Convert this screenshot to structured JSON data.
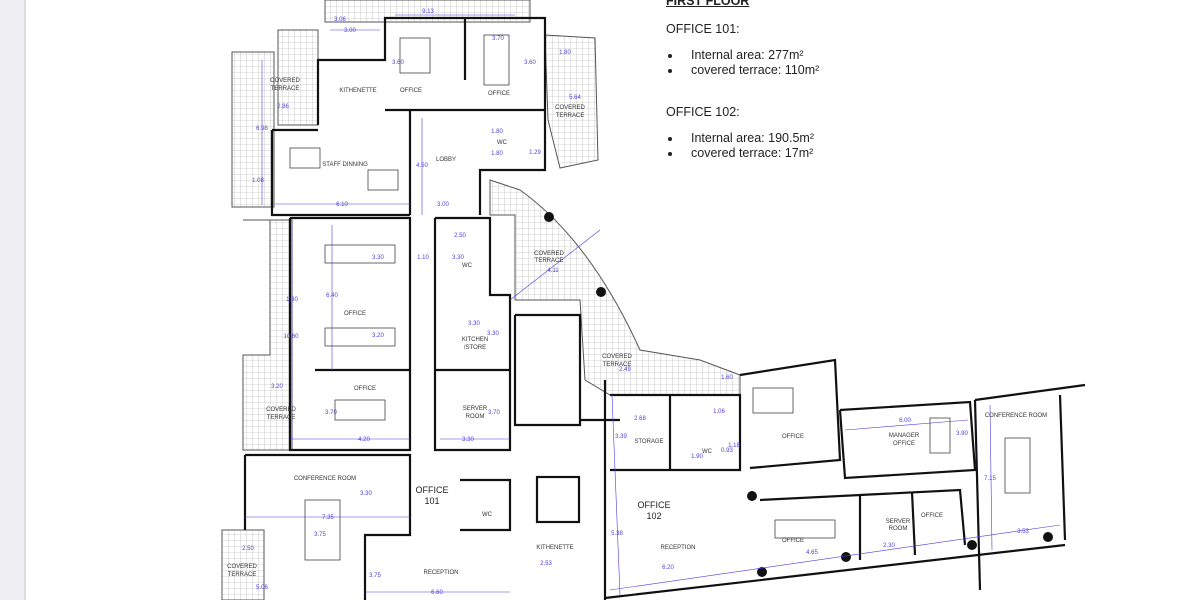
{
  "viewer": {
    "sidebar_color": "#efeff4"
  },
  "notes": {
    "heading": "FIRST FLOOR",
    "offices": [
      {
        "title": "OFFICE 101:",
        "items": [
          "Internal area: 277m²",
          "covered terrace: 110m²"
        ]
      },
      {
        "title": "OFFICE  102:",
        "items": [
          "Internal area: 190.5m²",
          "covered terrace: 17m²"
        ]
      }
    ]
  },
  "plan": {
    "colors": {
      "wall": "#111111",
      "dimension": "#4b3fe0",
      "terrace_grid": "#9a9a9a"
    },
    "rooms": [
      "COVERED",
      "TERRACE",
      "KITHENETTE",
      "OFFICE",
      "OFFICE",
      "COVERED",
      "TERRACE",
      "WC",
      "LOBBY",
      "STAFF DINNING",
      "WC",
      "COVERED",
      "TERRACE",
      "OFFICE",
      "KITCHEN",
      "/STORE",
      "COVERED",
      "TERRACE",
      "OFFICE",
      "SERVER",
      "ROOM",
      "COVERED",
      "TERRACE",
      "STORAGE",
      "WC",
      "OFFICE",
      "MANAGER",
      "OFFICE",
      "CONFERENCE ROOM",
      "CONFERENCE ROOM",
      "WC",
      "KITHENETTE",
      "RECEPTION",
      "RECEPTION",
      "OFFICE",
      "SERVER",
      "ROOM",
      "OFFICE",
      "COVERED",
      "TERRACE"
    ],
    "units": [
      {
        "name": "OFFICE",
        "number": "101"
      },
      {
        "name": "OFFICE",
        "number": "102"
      }
    ],
    "dimensions": [
      "9.13",
      "3.06",
      "3.00",
      "3.60",
      "3.70",
      "3.60",
      "1.80",
      "5.64",
      "2.86",
      "6.98",
      "1.08",
      "6.10",
      "3.00",
      "4.50",
      "1.80",
      "1.80",
      "1.29",
      "2.50",
      "1.10",
      "3.30",
      "3.30",
      "6.40",
      "1.90",
      "10.60",
      "3.30",
      "3.30",
      "3.20",
      "4.11",
      "3.20",
      "3.70",
      "4.20",
      "3.70",
      "3.30",
      "2.49",
      "1.60",
      "2.68",
      "3.39",
      "1.06",
      "1.18",
      "1.90",
      "0.93",
      "6.00",
      "3.90",
      "7.15",
      "3.30",
      "7.35",
      "3.75",
      "2.50",
      "5.06",
      "3.75",
      "6.60",
      "2.53",
      "5.38",
      "6.20",
      "4.65",
      "2.30",
      "3.53"
    ]
  }
}
